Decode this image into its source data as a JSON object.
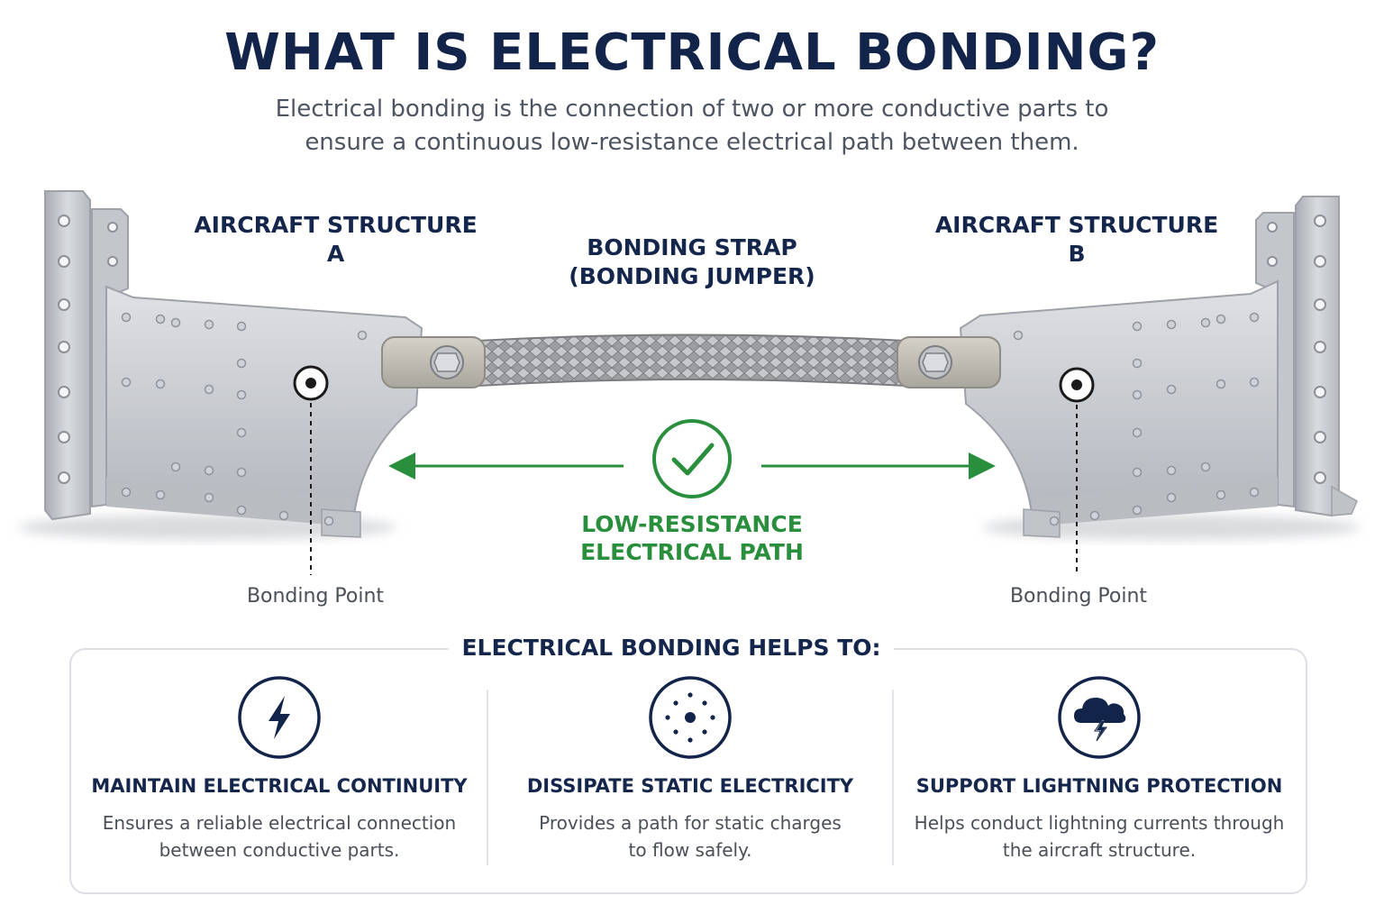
{
  "title": "WHAT IS ELECTRICAL BONDING?",
  "subtitle": "Electrical bonding is the connection of two or more conductive parts to ensure a continuous low-resistance electrical path between them.",
  "structure_a_label": "AIRCRAFT STRUCTURE A",
  "structure_b_label": "AIRCRAFT STRUCTURE B",
  "strap_label_line1": "BONDING STRAP",
  "strap_label_line2": "(BONDING JUMPER)",
  "path_label_line1": "LOW-RESISTANCE",
  "path_label_line2": "ELECTRICAL PATH",
  "bonding_point_left": "Bonding Point",
  "bonding_point_right": "Bonding Point",
  "colors": {
    "navy": "#13244a",
    "green": "#2a8f3d",
    "metal": "#c9ccd1",
    "text_gray": "#4a4f58"
  },
  "benefits_heading": "ELECTRICAL BONDING HELPS TO:",
  "benefits": [
    {
      "icon": "lightning-bolt-icon",
      "title": "MAINTAIN ELECTRICAL CONTINUITY",
      "desc_line1": "Ensures a reliable electrical connection",
      "desc_line2": "between conductive parts."
    },
    {
      "icon": "static-dots-icon",
      "title": "DISSIPATE STATIC ELECTRICITY",
      "desc_line1": "Provides a path for static charges",
      "desc_line2": "to flow safely."
    },
    {
      "icon": "storm-cloud-icon",
      "title": "SUPPORT LIGHTNING PROTECTION",
      "desc_line1": "Helps conduct lightning currents through",
      "desc_line2": "the aircraft structure."
    }
  ]
}
